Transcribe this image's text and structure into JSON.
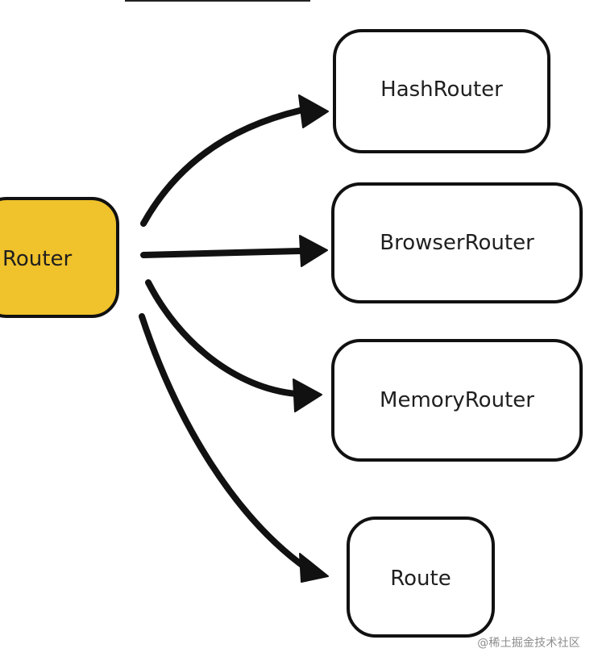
{
  "diagram": {
    "source_node": {
      "label": "Router",
      "color": "#f0c22b"
    },
    "target_nodes": [
      {
        "id": "hash-router",
        "label": "HashRouter"
      },
      {
        "id": "browser-router",
        "label": "BrowserRouter"
      },
      {
        "id": "memory-router",
        "label": "MemoryRouter"
      },
      {
        "id": "route",
        "label": "Route"
      }
    ],
    "edges": [
      {
        "from": "Router",
        "to": "HashRouter"
      },
      {
        "from": "Router",
        "to": "BrowserRouter"
      },
      {
        "from": "Router",
        "to": "MemoryRouter"
      },
      {
        "from": "Router",
        "to": "Route"
      }
    ],
    "watermark": "@稀土掘金技术社区"
  }
}
